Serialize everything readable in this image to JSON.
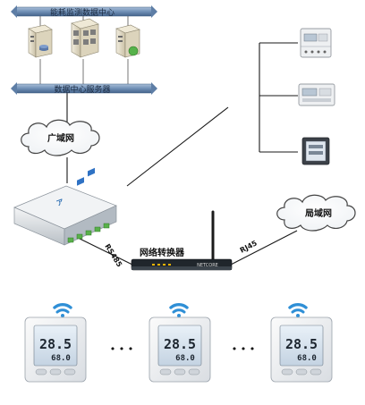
{
  "top_bus": {
    "label": "能耗监测数据中心"
  },
  "mid_bus": {
    "label": "数据中心服务器"
  },
  "wan": {
    "label": "广域网"
  },
  "lan": {
    "label": "局域网"
  },
  "converter": {
    "label": "网络转换器",
    "brand_text": "NETCORE"
  },
  "links": {
    "rs485": "RS485",
    "rj45": "RJ45"
  },
  "devices": [
    {
      "temperature": "28.5",
      "humidity": "68.0"
    },
    {
      "temperature": "28.5",
      "humidity": "68.0"
    },
    {
      "temperature": "28.5",
      "humidity": "68.0"
    }
  ],
  "ellipsis": "• • •",
  "colors": {
    "bus": "#6d8db2",
    "cloud": "#4a4a4a",
    "line": "#1a1a1a",
    "gateway_green": "#5fb24c",
    "wifi_blue": "#2f8fd6"
  }
}
